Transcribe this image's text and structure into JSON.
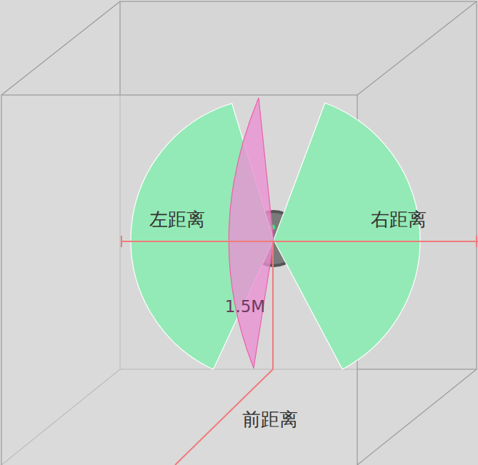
{
  "diagram": {
    "nodes": [
      {
        "text": [
          "左距离"
        ]
      },
      {
        "text": [
          "右距离"
        ]
      },
      {
        "text": [
          "1.5M"
        ]
      }
    ],
    "labels": [
      "前距离"
    ]
  }
}
